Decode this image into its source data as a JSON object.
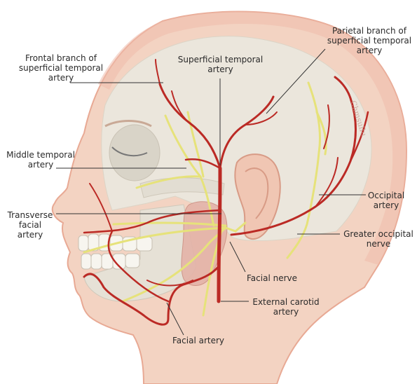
{
  "labels": {
    "frontal_branch": "Frontal branch of\nsuperficial temporal\nartery",
    "superficial_temporal": "Superficial temporal\nartery",
    "parietal_branch": "Parietal branch of\nsuperficial temporal\nartery",
    "middle_temporal": "Middle temporal\nartery",
    "occipital": "Occipital\nartery",
    "transverse_facial": "Transverse\nfacial\nartery",
    "greater_occipital": "Greater occipital\nnerve",
    "facial_nerve": "Facial nerve",
    "external_carotid": "External carotid\nartery",
    "facial_artery": "Facial artery"
  },
  "signature": "Chmsullu",
  "colors": {
    "skin": "#f3d3c2",
    "skull": "#e9e4d9",
    "scalp_outline": "#e8a994",
    "artery": "#bb2a25",
    "nerve": "#e6e27a",
    "parotid": "#e4b3a8",
    "leader": "#333333"
  }
}
